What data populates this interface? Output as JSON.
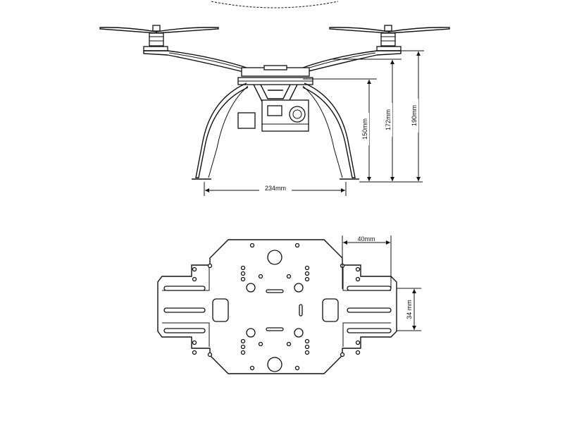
{
  "drone_view": {
    "dimensions": {
      "width": "234mm",
      "height_legs": "150mm",
      "height_frame": "172mm",
      "height_total": "190mm"
    }
  },
  "plate_view": {
    "dimensions": {
      "arm_offset": "40mm",
      "slot_spacing": "34 mm"
    }
  }
}
